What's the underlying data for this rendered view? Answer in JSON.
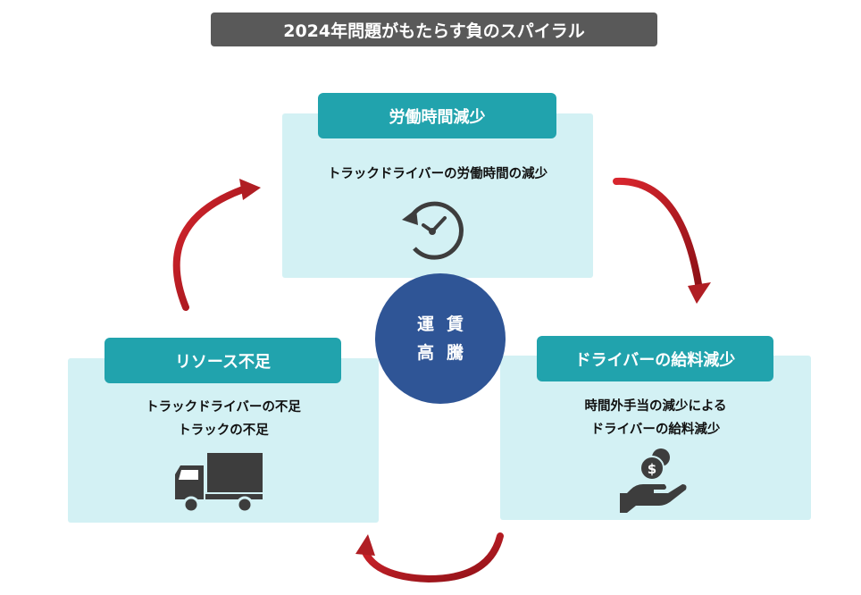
{
  "title": "2024年問題がもたらす負のスパイラル",
  "center": {
    "line1": "運賃",
    "line2": "高騰"
  },
  "cards": {
    "top": {
      "header": "労働時間減少",
      "lines": [
        "トラックドライバーの労働時間の減少"
      ],
      "icon": "clock-icon"
    },
    "left": {
      "header": "リソース不足",
      "lines": [
        "トラックドライバーの不足",
        "トラックの不足"
      ],
      "icon": "truck-icon"
    },
    "right": {
      "header": "ドライバーの給料減少",
      "lines": [
        "時間外手当の減少による",
        "ドライバーの給料減少"
      ],
      "icon": "money-hand-icon"
    }
  },
  "colors": {
    "header": "#21a3ad",
    "card": "#d3f1f4",
    "center": "#2f5596",
    "arrow": "#b01e24",
    "title_bar": "#595959",
    "icon": "#3d3d3d"
  }
}
